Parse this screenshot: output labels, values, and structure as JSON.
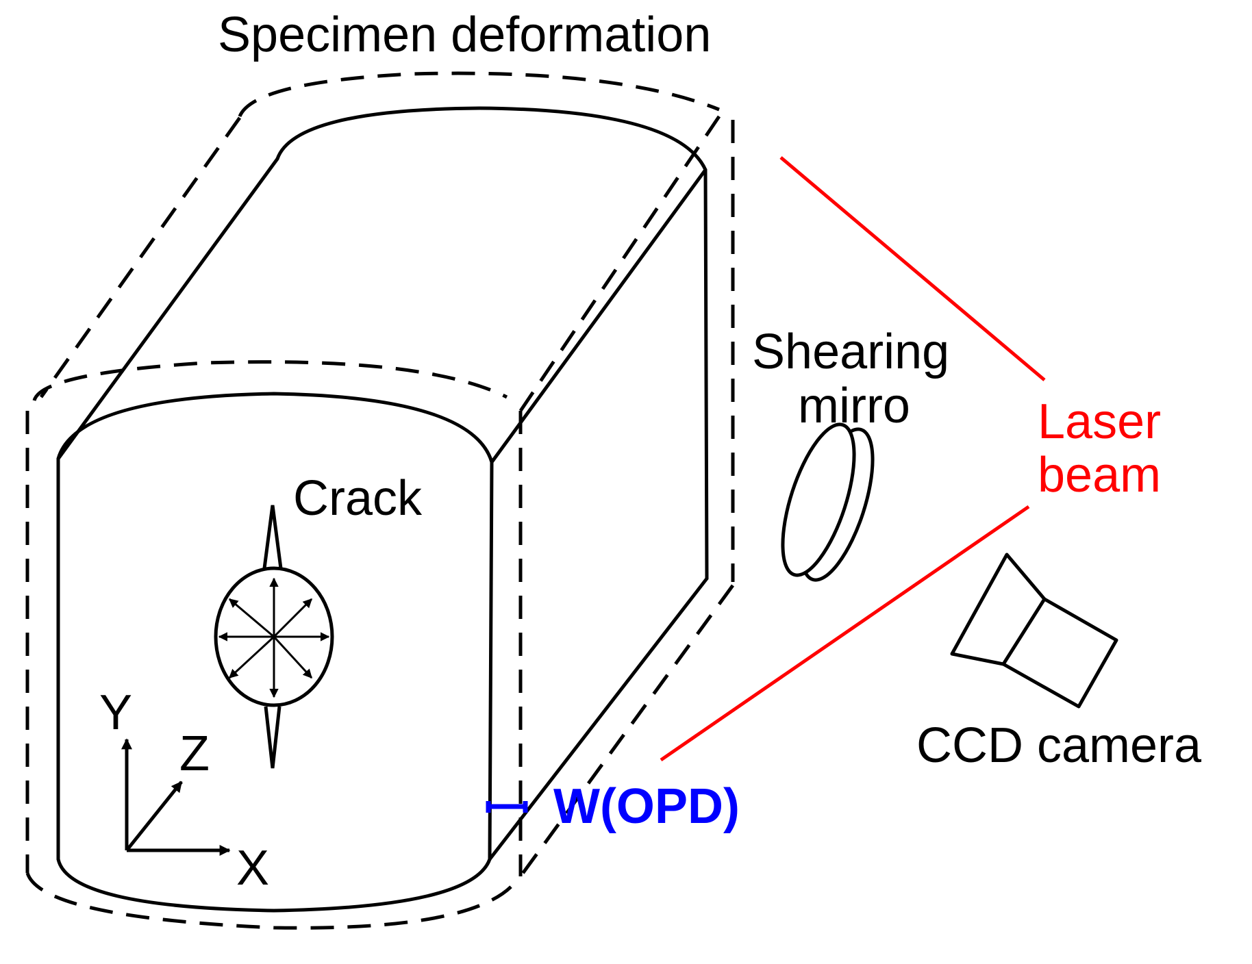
{
  "labels": {
    "specimen_deformation": "Specimen deformation",
    "crack": "Crack",
    "shearing_mirror_line1": "Shearing",
    "shearing_mirror_line2": "mirro",
    "laser_line1": "Laser",
    "laser_line2": "beam",
    "ccd_camera": "CCD camera",
    "opd": "W(OPD)",
    "axis_x": "X",
    "axis_y": "Y",
    "axis_z": "Z"
  },
  "colors": {
    "outline": "#000000",
    "laser": "#ff0000",
    "opd": "#0000ff"
  }
}
